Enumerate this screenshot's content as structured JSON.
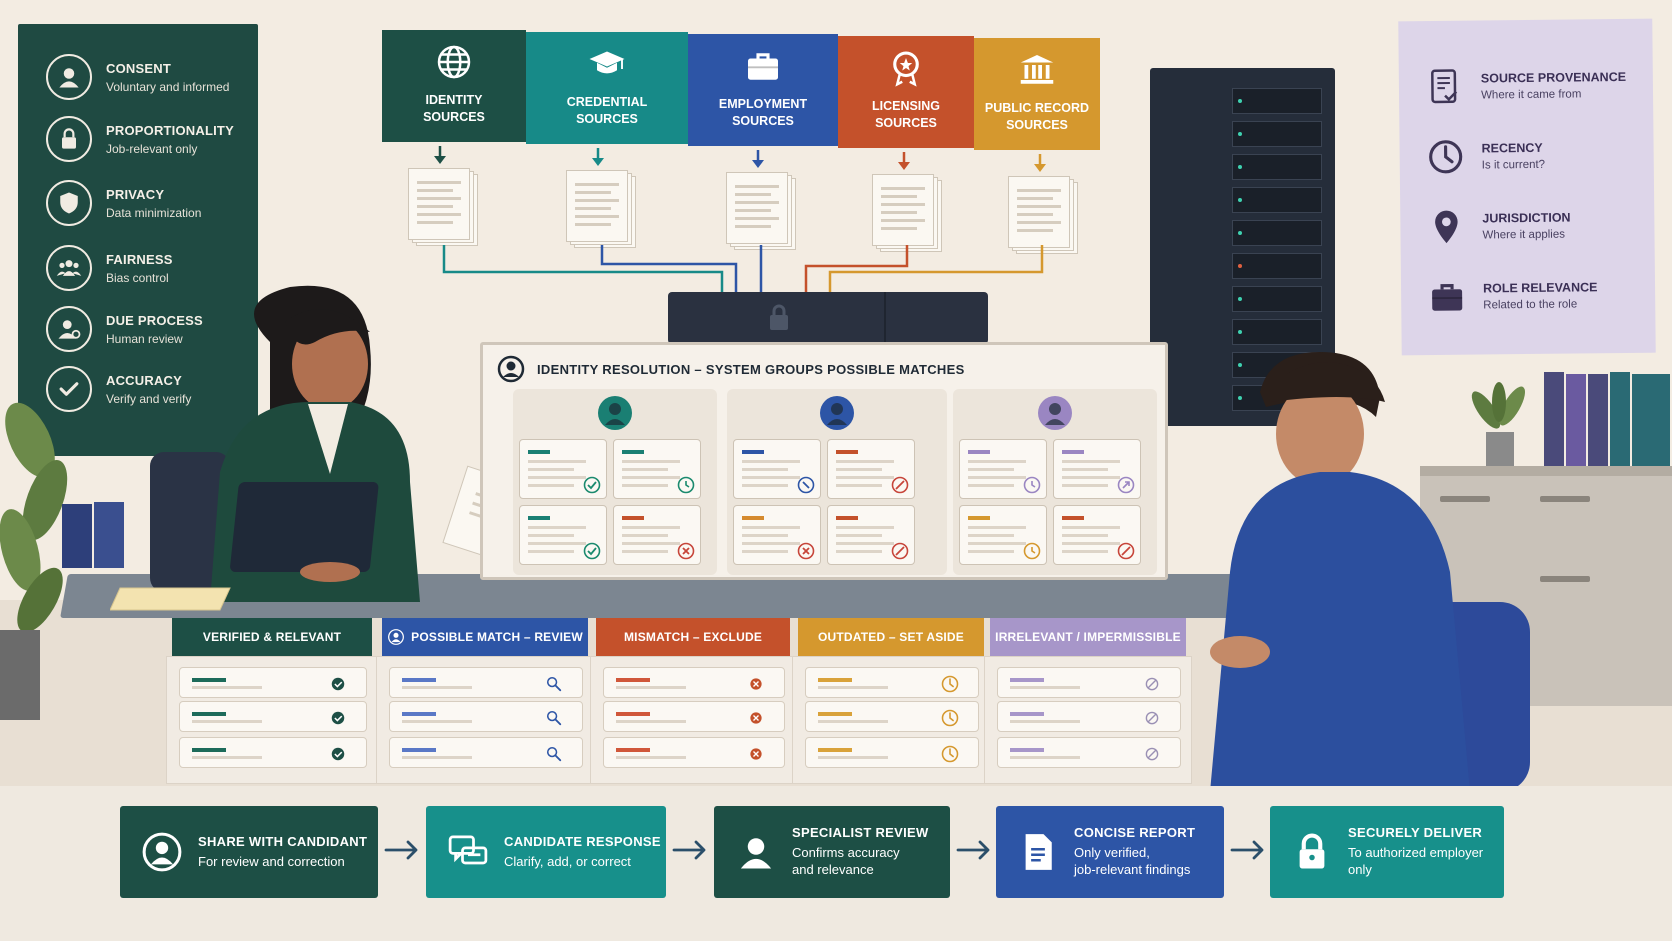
{
  "principles": [
    {
      "title": "CONSENT",
      "subtitle": "Voluntary and informed",
      "icon": "person-icon"
    },
    {
      "title": "PROPORTIONALITY",
      "subtitle": "Job-relevant only",
      "icon": "lock-icon"
    },
    {
      "title": "PRIVACY",
      "subtitle": "Data minimization",
      "icon": "shield-icon"
    },
    {
      "title": "FAIRNESS",
      "subtitle": "Bias control",
      "icon": "group-icon"
    },
    {
      "title": "DUE PROCESS",
      "subtitle": "Human review",
      "icon": "person-gear-icon"
    },
    {
      "title": "ACCURACY",
      "subtitle": "Verify and verify",
      "icon": "check-icon"
    }
  ],
  "sources": [
    {
      "line1": "IDENTITY",
      "line2": "SOURCES",
      "color": "#1d4f45",
      "icon": "globe-icon"
    },
    {
      "line1": "CREDENTIAL",
      "line2": "SOURCES",
      "color": "#178a88",
      "icon": "graduation-cap-icon"
    },
    {
      "line1": "EMPLOYMENT",
      "line2": "SOURCES",
      "color": "#2d55a6",
      "icon": "briefcase-icon"
    },
    {
      "line1": "LICENSING",
      "line2": "SOURCES",
      "color": "#c4512b",
      "icon": "badge-icon"
    },
    {
      "line1": "PUBLIC RECORD",
      "line2": "SOURCES",
      "color": "#d5982e",
      "icon": "building-icon"
    }
  ],
  "factors": [
    {
      "title": "SOURCE PROVENANCE",
      "subtitle": "Where it came from",
      "icon": "document-check-icon"
    },
    {
      "title": "RECENCY",
      "subtitle": "Is it current?",
      "icon": "clock-icon"
    },
    {
      "title": "JURISDICTION",
      "subtitle": "Where it applies",
      "icon": "map-pin-icon"
    },
    {
      "title": "ROLE RELEVANCE",
      "subtitle": "Related to the role",
      "icon": "briefcase-icon"
    }
  ],
  "identity_board": {
    "title": "IDENTITY RESOLUTION – SYSTEM GROUPS POSSIBLE MATCHES",
    "clusters": [
      {
        "avatar_color": "#1a7f73",
        "cards": [
          {
            "bar": "#1a7f73",
            "badge": "check",
            "badge_color": "#1a8a6e"
          },
          {
            "bar": "#1a7f73",
            "badge": "clock",
            "badge_color": "#1a8a6e"
          },
          {
            "bar": "#1a7f73",
            "badge": "check",
            "badge_color": "#1a8a6e"
          },
          {
            "bar": "#c4512b",
            "badge": "x",
            "badge_color": "#c7453a"
          }
        ]
      },
      {
        "avatar_color": "#2d55a6",
        "cards": [
          {
            "bar": "#2d55a6",
            "badge": "slash",
            "badge_color": "#2d55a6"
          },
          {
            "bar": "#c4512b",
            "badge": "ban",
            "badge_color": "#c7453a"
          },
          {
            "bar": "#d58a2e",
            "badge": "x",
            "badge_color": "#c7453a"
          },
          {
            "bar": "#c4512b",
            "badge": "ban",
            "badge_color": "#c7453a"
          }
        ]
      },
      {
        "avatar_color": "#9a86c2",
        "cards": [
          {
            "bar": "#9a86c2",
            "badge": "clock",
            "badge_color": "#9a86c2"
          },
          {
            "bar": "#9a86c2",
            "badge": "arrow",
            "badge_color": "#9a86c2"
          },
          {
            "bar": "#d5982e",
            "badge": "clock",
            "badge_color": "#d5982e"
          },
          {
            "bar": "#c4512b",
            "badge": "ban",
            "badge_color": "#c7453a"
          }
        ]
      }
    ]
  },
  "categories": [
    {
      "label": "VERIFIED & RELEVANT",
      "color": "#1d4f45",
      "bar": "#1d6b5a",
      "icon": "check-circle-icon"
    },
    {
      "label": "POSSIBLE MATCH – REVIEW",
      "color": "#2d55a6",
      "bar": "#5a78c6",
      "icon": "magnifier-icon"
    },
    {
      "label": "MISMATCH – EXCLUDE",
      "color": "#c4512b",
      "bar": "#d0573a",
      "icon": "x-circle-icon"
    },
    {
      "label": "OUTDATED – SET ASIDE",
      "color": "#d5982e",
      "bar": "#d9a23a",
      "icon": "clock-icon"
    },
    {
      "label": "IRRELEVANT / IMPERMISSIBLE",
      "color": "#a796c9",
      "bar": "#a796c9",
      "icon": "ban-icon"
    }
  ],
  "flow": [
    {
      "title": "SHARE WITH CANDIDANT",
      "sub1": "For review and correction",
      "sub2": "",
      "color": "#1d4f45",
      "icon": "person-circle-icon"
    },
    {
      "title": "CANDIDATE RESPONSE",
      "sub1": "Clarify, add, or correct",
      "sub2": "",
      "color": "#17908b",
      "icon": "chat-bubbles-icon"
    },
    {
      "title": "SPECIALIST REVIEW",
      "sub1": "Confirms accuracy",
      "sub2": "and relevance",
      "color": "#1d4f45",
      "icon": "person-icon"
    },
    {
      "title": "CONCISE REPORT",
      "sub1": "Only verified,",
      "sub2": "job-relevant findings",
      "color": "#2d55a6",
      "icon": "report-icon"
    },
    {
      "title": "SECURELY DELIVER",
      "sub1": "To authorized employer",
      "sub2": "only",
      "color": "#17908b",
      "icon": "padlock-icon"
    }
  ]
}
